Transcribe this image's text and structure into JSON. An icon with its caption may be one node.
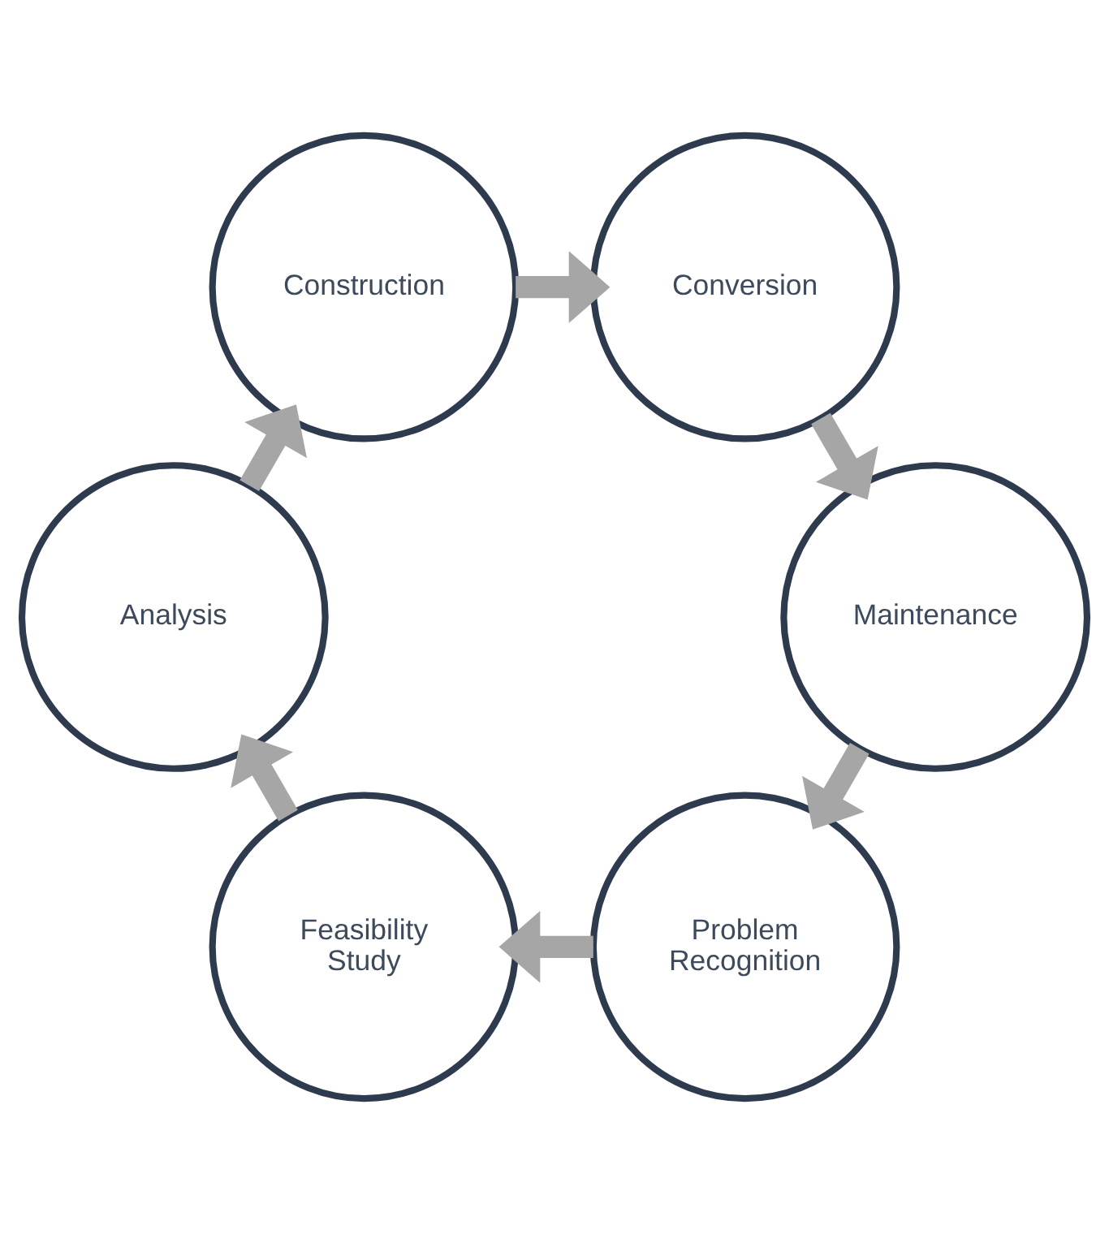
{
  "diagram": {
    "nodes": [
      {
        "text": [
          "Problem Recognition"
        ]
      },
      {
        "text": [
          "Feasibility Study"
        ]
      },
      {
        "text": [
          "Analysis"
        ]
      },
      {
        "text": [
          "Construction"
        ]
      },
      {
        "text": [
          "Conversion"
        ]
      },
      {
        "text": [
          "Maintenance"
        ]
      }
    ],
    "edges": [
      {
        "from": 0,
        "to": 1,
        "arrow": "to"
      },
      {
        "from": 1,
        "to": 2,
        "arrow": "to"
      },
      {
        "from": 2,
        "to": 3,
        "arrow": "to"
      },
      {
        "from": 3,
        "to": 4,
        "arrow": "to"
      },
      {
        "from": 4,
        "to": 5,
        "arrow": "to"
      },
      {
        "from": 5,
        "to": 0,
        "arrow": "to"
      }
    ]
  }
}
